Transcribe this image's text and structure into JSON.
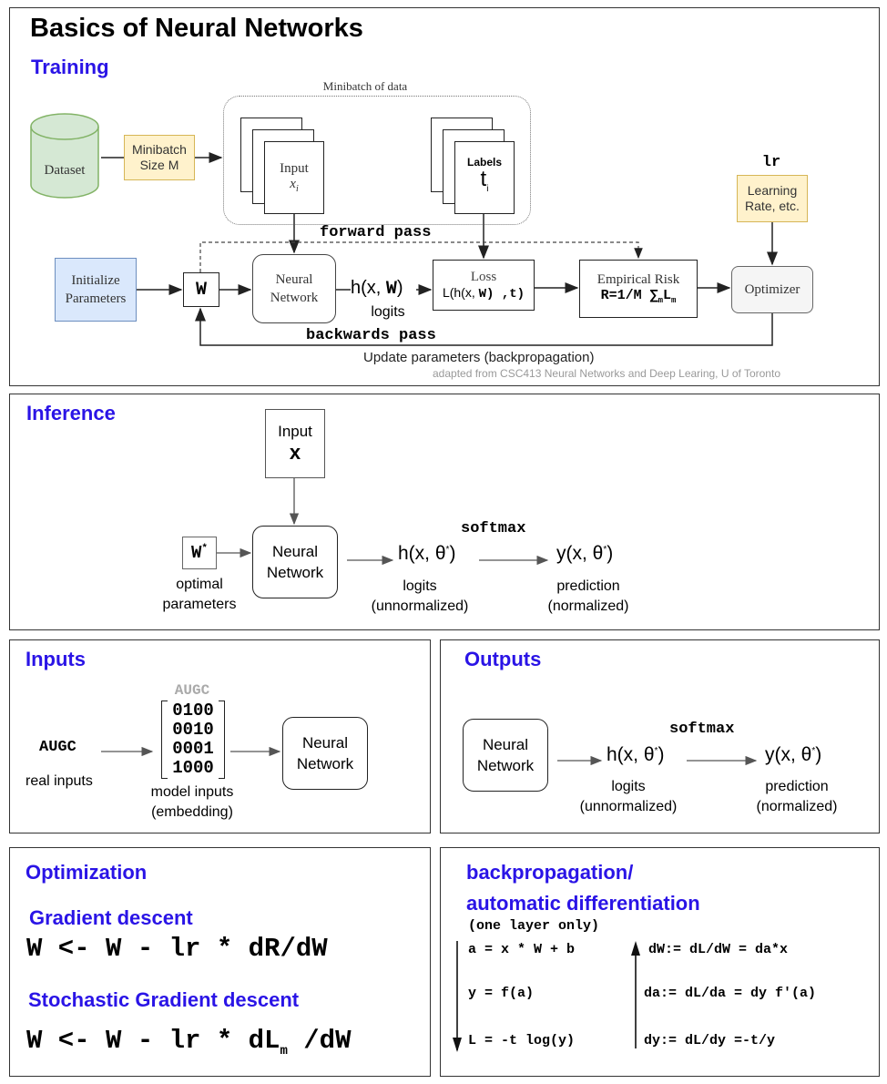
{
  "title": "Basics of Neural Networks",
  "training": {
    "heading": "Training",
    "minibatch_group_label": "Minibatch of data",
    "dataset": "Dataset",
    "minibatch_size": [
      "Minibatch",
      "Size M"
    ],
    "input_card": [
      "Input",
      "x",
      "i"
    ],
    "labels_card": [
      "Labels",
      "t",
      "i"
    ],
    "lr_label": "lr",
    "learning_rate": [
      "Learning",
      "Rate, etc."
    ],
    "forward_pass": "forward pass",
    "init_params": [
      "Initialize",
      "Parameters"
    ],
    "w_box": "W",
    "neural_network": [
      "Neural",
      "Network"
    ],
    "logits_expr_prefix": "h(x, ",
    "logits_expr_w": "W",
    "logits_expr_suffix": ")",
    "logits_label": "logits",
    "loss": {
      "title": "Loss",
      "expr_prefix": "L(h(x, ",
      "expr_w": "W) ,t)",
      "expr_suffix": ""
    },
    "empirical_risk": {
      "title": "Empirical Risk",
      "expr": "R=1/M ∑",
      "sub1": "m",
      "mid": "L",
      "sub2": "m"
    },
    "optimizer": "Optimizer",
    "backwards_pass": "backwards pass",
    "update_label": "Update parameters (backpropagation)",
    "credit": "adapted from CSC413 Neural Networks and Deep Learing, U of Toronto"
  },
  "inference": {
    "heading": "Inference",
    "input_box": [
      "Input",
      "x"
    ],
    "w_star": "W",
    "w_star_sup": "*",
    "w_caption": [
      "optimal",
      "parameters"
    ],
    "neural_network": [
      "Neural",
      "Network"
    ],
    "softmax": "softmax",
    "logits_expr": "h(x, θ",
    "prediction_expr": "y(x, θ",
    "logits_caption": [
      "logits",
      "(unnormalized)"
    ],
    "prediction_caption": [
      "prediction",
      "(normalized)"
    ]
  },
  "inputs": {
    "heading": "Inputs",
    "real_seq": "AUGC",
    "real_caption": "real inputs",
    "matrix_header": "AUGC",
    "matrix_rows": [
      "0100",
      "0010",
      "0001",
      "1000"
    ],
    "matrix_caption": [
      "model inputs",
      "(embedding)"
    ],
    "neural_network": [
      "Neural",
      "Network"
    ]
  },
  "outputs": {
    "heading": "Outputs",
    "neural_network": [
      "Neural",
      "Network"
    ],
    "softmax": "softmax",
    "logits_expr": "h(x, θ",
    "prediction_expr": "y(x, θ",
    "logits_caption": [
      "logits",
      "(unnormalized)"
    ],
    "prediction_caption": [
      "prediction",
      "(normalized)"
    ]
  },
  "optimization": {
    "heading": "Optimization",
    "gd_heading": "Gradient descent",
    "gd_formula": "W <- W - lr * dR/dW",
    "sgd_heading": "Stochastic Gradient descent",
    "sgd_formula_prefix": "W <- W - lr * dL",
    "sgd_formula_sub": "m",
    "sgd_formula_suffix": " /dW"
  },
  "backprop": {
    "heading_line1": "backpropagation/",
    "heading_line2": "automatic differentiation",
    "note": "(one layer only)",
    "forward_eqs": [
      "a = x * W + b",
      "y = f(a)",
      "L = -t log(y)"
    ],
    "backward_eqs": [
      "dW:= dL/dW = da*x",
      "da:= dL/da = dy f′(a)",
      "dy:= dL/dy =-t/y"
    ]
  },
  "colors": {
    "heading_blue": "#2a14e6",
    "dataset_fill": "#d5e8d4",
    "dataset_stroke": "#82b366",
    "yellow_fill": "#fff2cc",
    "yellow_stroke": "#d6b656",
    "blue_fill": "#dae8fc",
    "blue_stroke": "#6c8ebf",
    "optimizer_fill": "#f5f5f5",
    "optimizer_stroke": "#666666"
  }
}
